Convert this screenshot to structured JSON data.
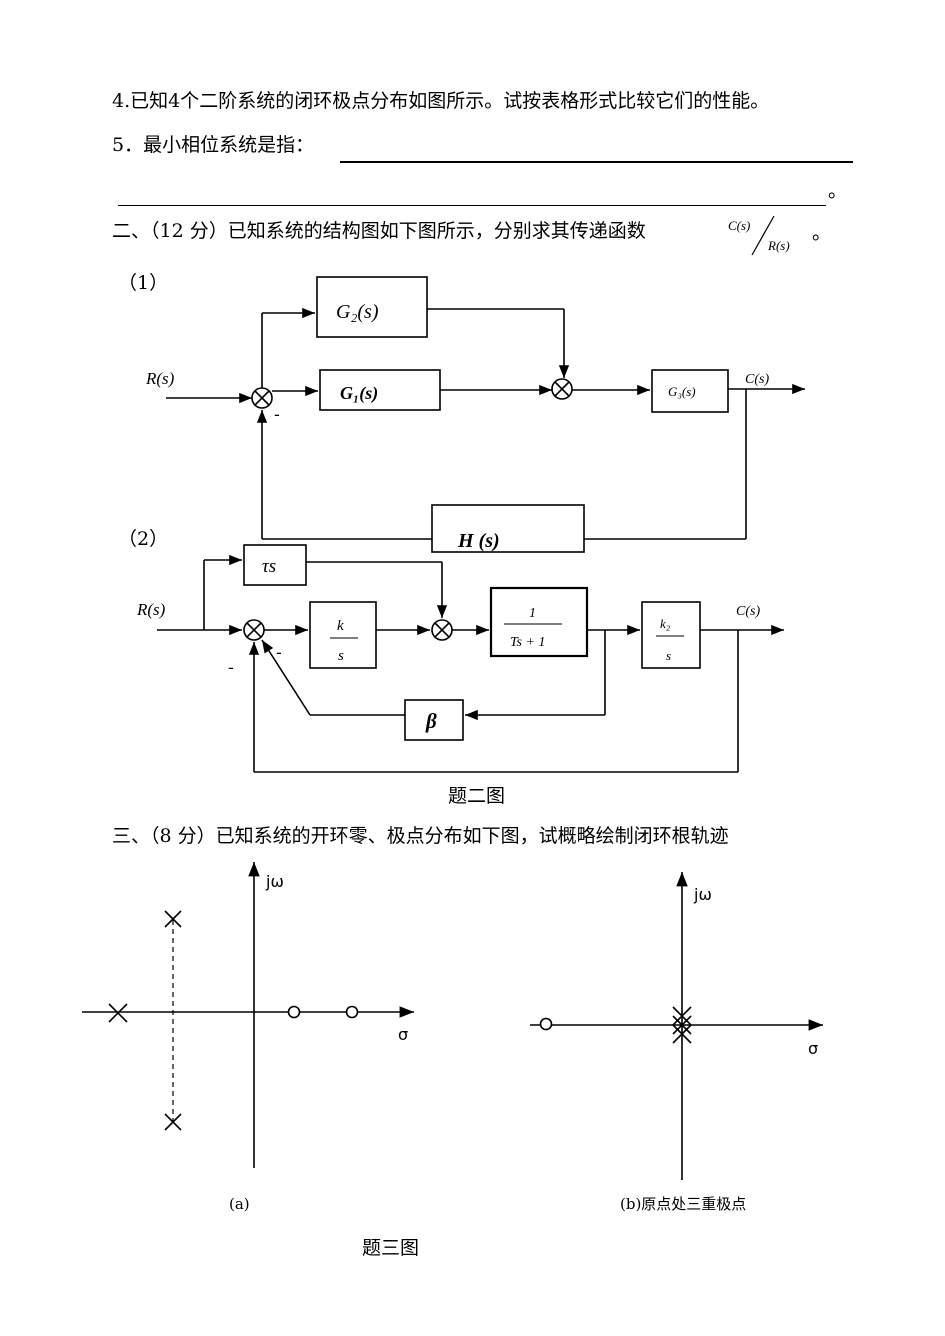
{
  "q4": "4.已知4个二阶系统的闭环极点分布如图所示。试按表格形式比较它们的性能。",
  "q5": "5．最小相位系统是指：",
  "q5_end": "。",
  "sec2_prefix": "二、（12 分）已知系统的结构图如下图所示，分别求其传递函数",
  "sec2_tf_num": "C(s)",
  "sec2_tf_den": "R(s)",
  "sec2_end": "。",
  "label1": "（1）",
  "label2": "（2）",
  "fig2_caption": "题二图",
  "sec3": "三、（8 分）已知系统的开环零、极点分布如下图，试概略绘制闭环根轨迹",
  "fig3a_caption": "(a)",
  "fig3b_caption": "(b)原点处三重极点",
  "fig3_caption": "题三图",
  "d1": {
    "R": "R(s)",
    "C": "C(s)",
    "G2": "G₂(s)",
    "G1": "G₁(s)",
    "G3": "G₃(s)",
    "H": "H (s)",
    "minus": "-"
  },
  "d2": {
    "R": "R(s)",
    "C": "C(s)",
    "taus": "τs",
    "k": "k",
    "s": "s",
    "one": "1",
    "Ts1": "Ts + 1",
    "k2": "k₂",
    "beta": "β",
    "minus": "-"
  },
  "rl": {
    "jw": "jω",
    "sigma": "σ"
  }
}
